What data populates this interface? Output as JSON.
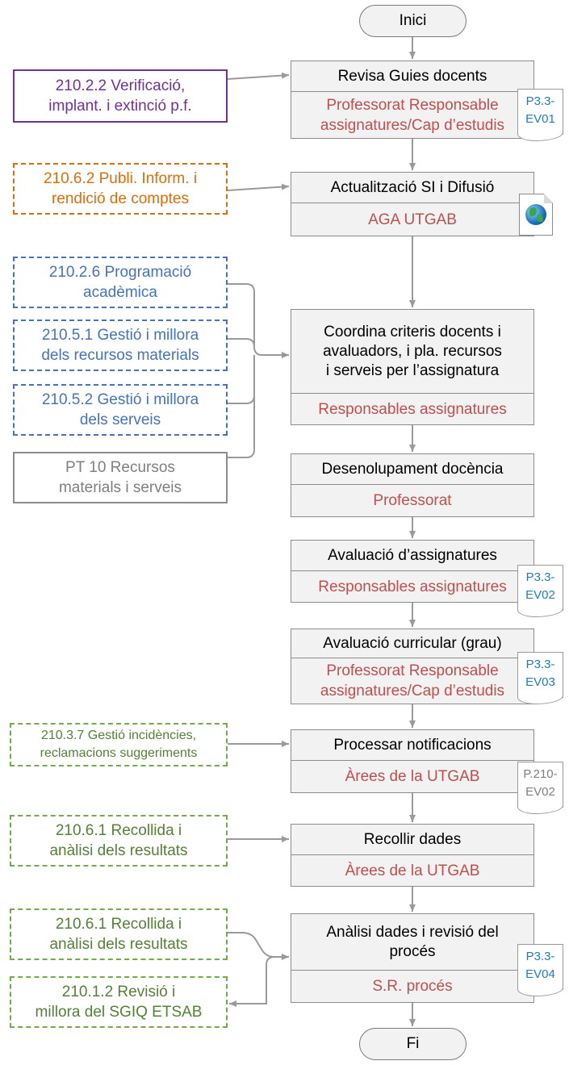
{
  "start": "Inici",
  "end": "Fi",
  "steps": [
    {
      "title": [
        "Revisa Guies docents"
      ],
      "role": [
        "Professorat Responsable",
        "assignatures/Cap d’estudis"
      ]
    },
    {
      "title": [
        "Actualització SI i Difusió"
      ],
      "role": [
        "AGA UTGAB"
      ]
    },
    {
      "title": [
        "Coordina criteris docents i",
        "avaluadors, i pla.  recursos",
        "i serveis per l’assignatura"
      ],
      "role": [
        "Responsables assignatures"
      ]
    },
    {
      "title": [
        "Desenolupament docència"
      ],
      "role": [
        "Professorat"
      ]
    },
    {
      "title": [
        "Avaluació d’assignatures"
      ],
      "role": [
        "Responsables assignatures"
      ]
    },
    {
      "title": [
        "Avaluació curricular (grau)"
      ],
      "role": [
        "Professorat Responsable",
        "assignatures/Cap d’estudis"
      ]
    },
    {
      "title": [
        "Processar notificacions"
      ],
      "role": [
        "Àrees de la UTGAB"
      ]
    },
    {
      "title": [
        "Recollir dades"
      ],
      "role": [
        "Àrees de la UTGAB"
      ]
    },
    {
      "title": [
        "Anàlisi dades i revisió del",
        "procés"
      ],
      "role": [
        "S.R. procés"
      ]
    }
  ],
  "documents": [
    {
      "label": "P3.3-\nEV01",
      "color": "#1f7bc4"
    },
    {
      "label": "P3.3-\nEV02",
      "color": "#1f7bc4"
    },
    {
      "label": "P3.3-\nEV03",
      "color": "#1f7bc4"
    },
    {
      "label": "P.210-\nEV02",
      "color": "#7f7f7f"
    },
    {
      "label": "P3.3-\nEV04",
      "color": "#1f7bc4"
    }
  ],
  "web_icon": "globe-document-icon",
  "external": [
    {
      "lines": [
        "210.2.2 Verificació,",
        "implant. i extinció p.f."
      ],
      "color": "#7030a0"
    },
    {
      "lines": [
        "210.6.2 Publi. Inform. i",
        "rendició de comptes"
      ],
      "color": "#e36c09"
    },
    {
      "lines": [
        "210.2.6 Programació",
        "acadèmica"
      ],
      "color": "#4472c4"
    },
    {
      "lines": [
        "210.5.1 Gestió i millora",
        "dels recursos materials"
      ],
      "color": "#4472c4"
    },
    {
      "lines": [
        "210.5.2 Gestió i millora",
        "dels serveis"
      ],
      "color": "#4472c4"
    },
    {
      "lines": [
        "PT 10 Recursos",
        "materials i serveis"
      ],
      "color": "#8c8c8c"
    },
    {
      "lines": [
        "210.3.7 Gestió incidències,",
        "reclamacions suggeriments"
      ],
      "color": "#70ad47"
    },
    {
      "lines": [
        "210.6.1 Recollida i",
        "anàlisi dels resultats"
      ],
      "color": "#70ad47"
    },
    {
      "lines": [
        "210.6.1 Recollida i",
        "anàlisi dels resultats"
      ],
      "color": "#70ad47"
    },
    {
      "lines": [
        "210.1.2 Revisió i",
        "millora del SGIQ ETSAB"
      ],
      "color": "#70ad47"
    }
  ]
}
